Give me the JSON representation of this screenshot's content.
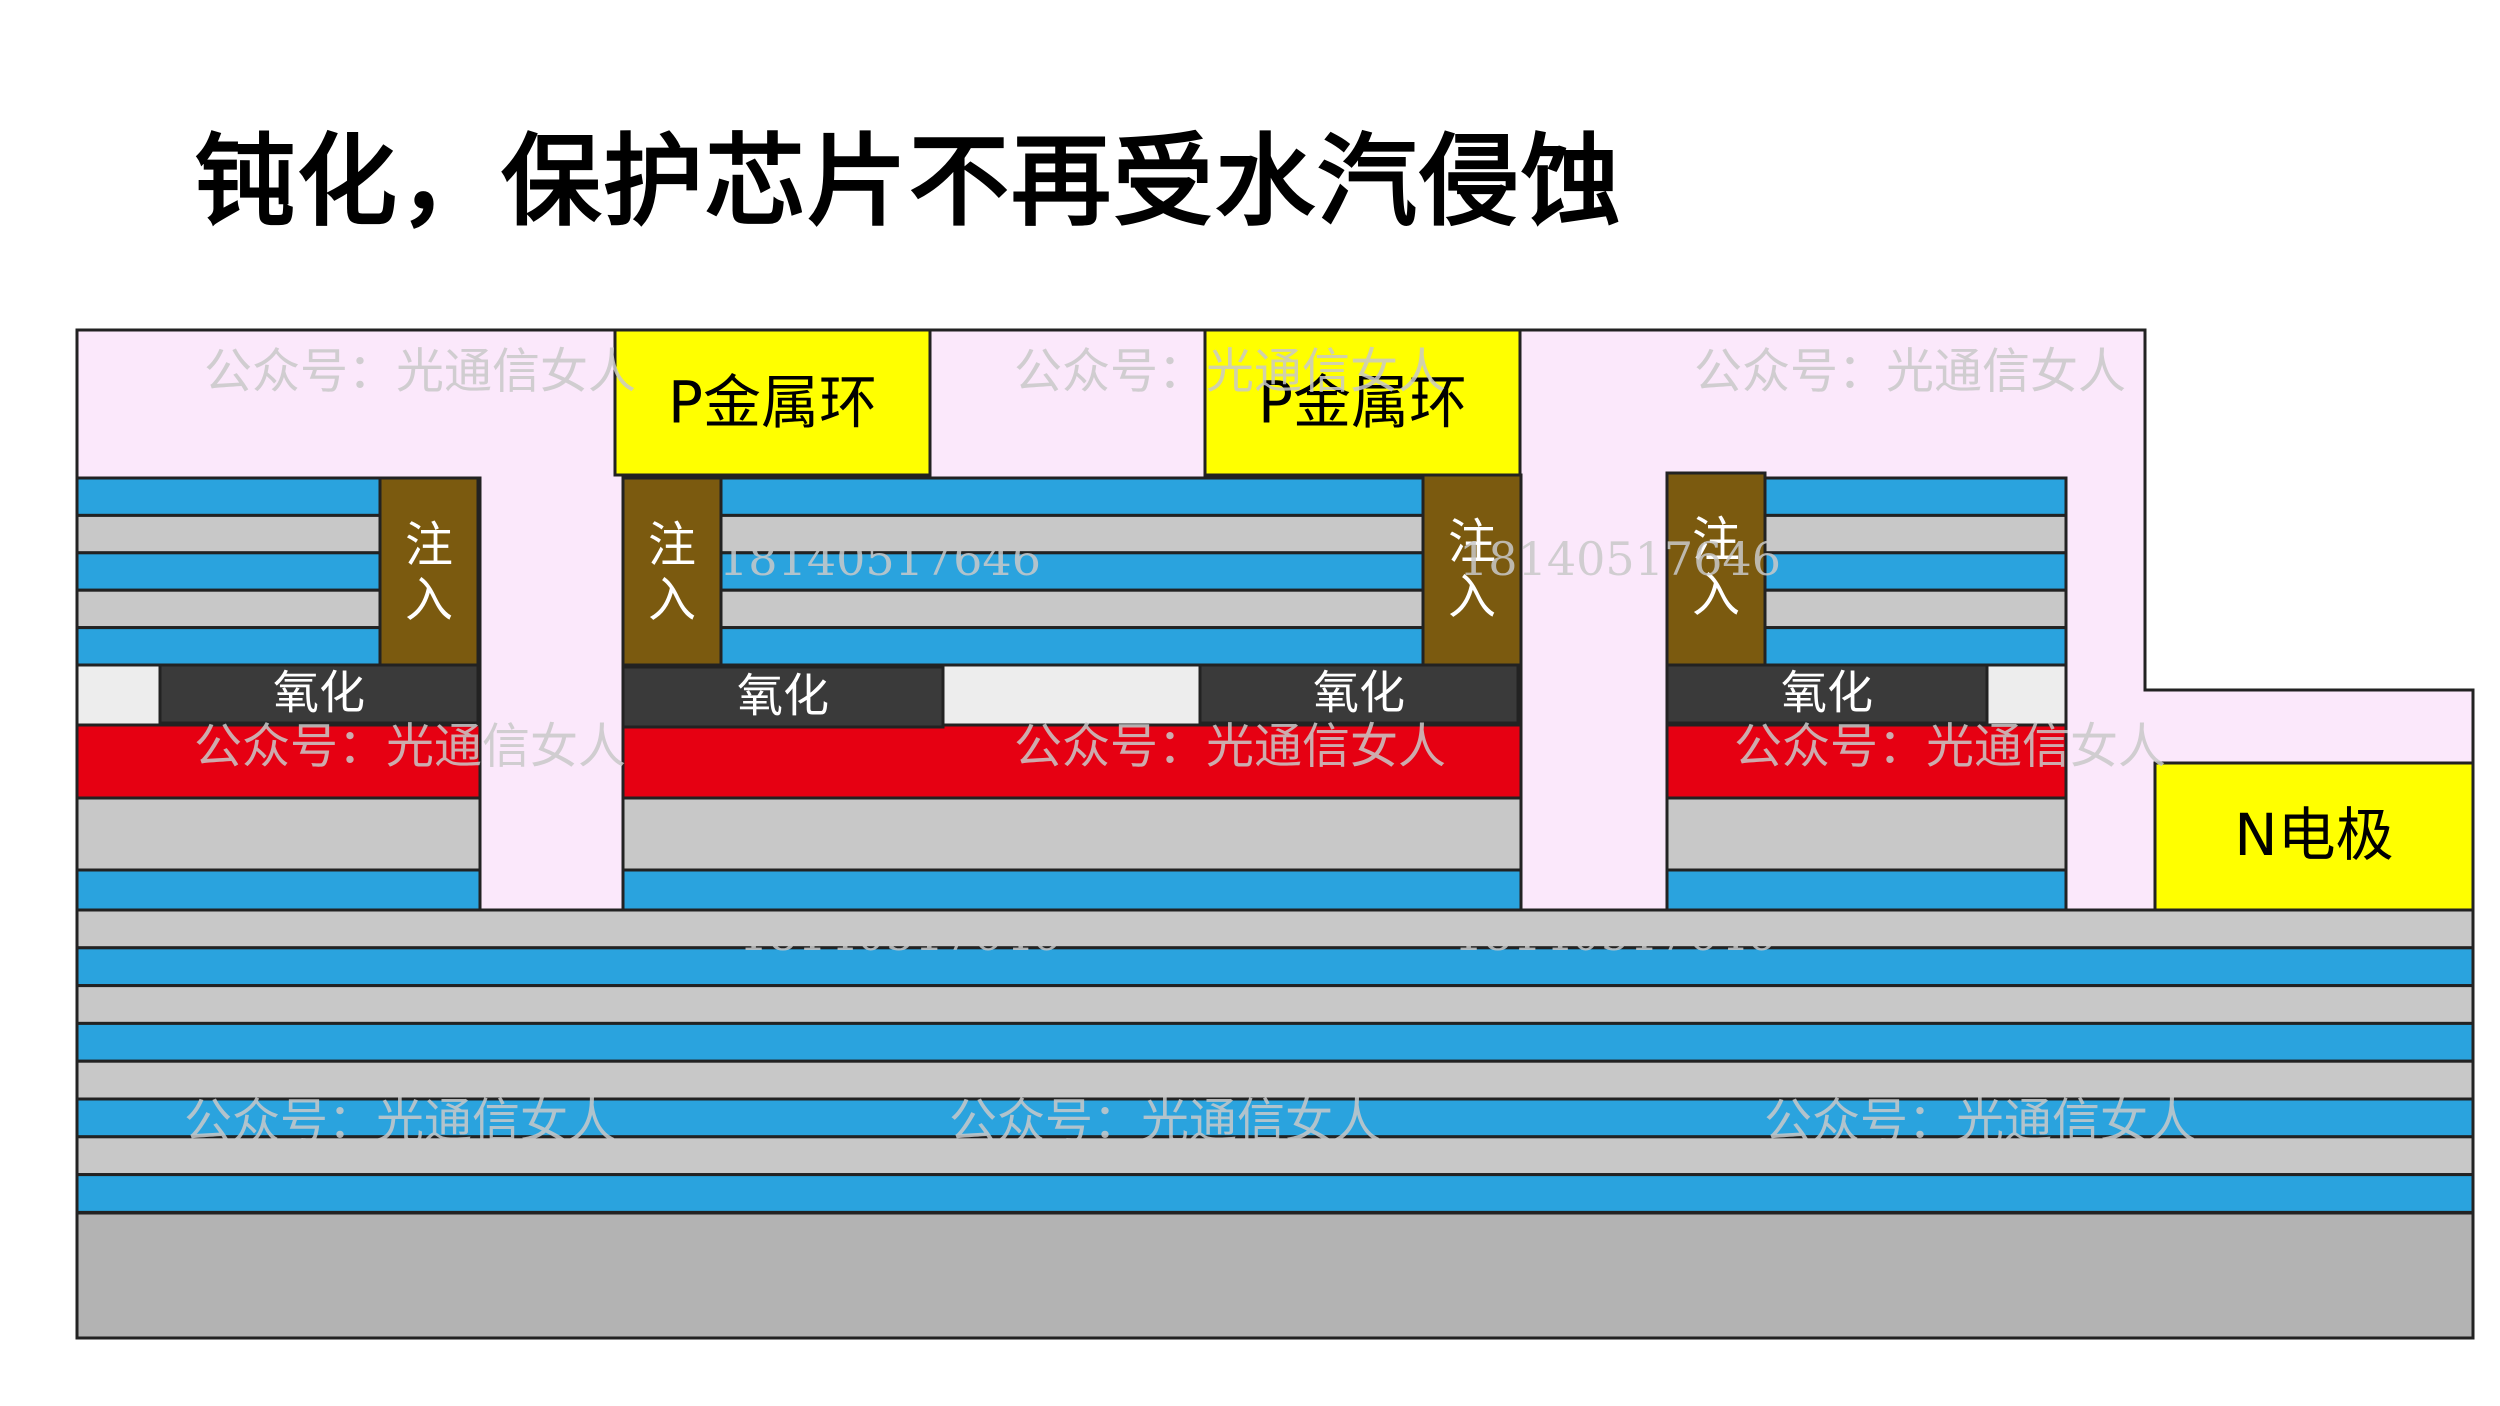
{
  "title": "钝化，保护芯片不再受水汽侵蚀",
  "labels": {
    "p_metal_ring": "P金属环",
    "implant": "注入",
    "oxide": "氧化",
    "n_electrode": "N电极"
  },
  "watermarks": {
    "account": "公众号：光通信女人",
    "phone": "18140517646"
  },
  "colors": {
    "passivation": "#fbe8fb",
    "dbr_blue": "#2aa3de",
    "dbr_gray": "#c8c8c8",
    "active_red": "#e60012",
    "oxide_dark": "#3a3a3a",
    "oxide_aperture": "#ededed",
    "implant_brown": "#7b5a0f",
    "metal_yellow": "#ffff00",
    "substrate_gray": "#b3b3b3"
  }
}
